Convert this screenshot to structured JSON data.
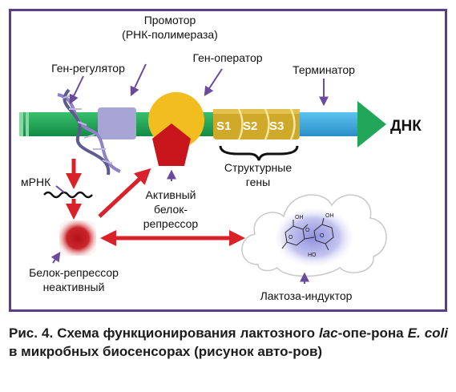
{
  "labels": {
    "promoter_line1": "Промотор",
    "promoter_line2": "(РНК-полимераза)",
    "operator": "Ген-оператор",
    "regulator": "Ген-регулятор",
    "terminator": "Терминатор",
    "dna": "ДНК",
    "s1": "S1",
    "s2": "S2",
    "s3": "S3",
    "structural_line1": "Структурные",
    "structural_line2": "гены",
    "mrna": "мРНК",
    "active_line1": "Активный",
    "active_line2": "белок-",
    "active_line3": "репрессор",
    "inactive_line1": "Белок-репрессор",
    "inactive_line2": "неактивный",
    "inducer": "Лактоза-индуктор",
    "chem_oh1": "OH",
    "chem_oh2": "OH",
    "chem_ho": "HO",
    "chem_o1": "O",
    "chem_o2": "O",
    "chem_o3": "O"
  },
  "caption": {
    "part1": "Рис. 4. Схема функционирования лактозного ",
    "lac": "lac",
    "part2": "-опе-рона ",
    "ecoli": "E. coli",
    "part3": " в микробных биосенсорах (рисунок авто-ров)"
  },
  "colors": {
    "frame": "#5b3c8c",
    "dna_green": "#22a65a",
    "terminator_blue": "#3aa6dc",
    "structural_gold": "#cfa92a",
    "promoter_lavender": "#a7a4d6",
    "operator_yellow": "#f2bd1e",
    "repressor_red": "#c8151c",
    "arrow_red": "#d9212a",
    "pointer_purple": "#6a4a9c"
  }
}
